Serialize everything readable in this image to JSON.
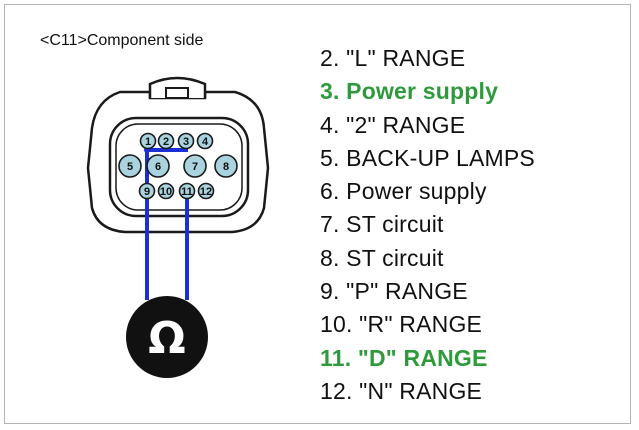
{
  "component_label": "<C11>Component side",
  "pins": [
    {
      "n": "1",
      "text": ""
    },
    {
      "n": "2",
      "text": "2. \"L\" RANGE",
      "highlight": false
    },
    {
      "n": "3",
      "text": "3. Power supply",
      "highlight": true
    },
    {
      "n": "4",
      "text": "4. \"2\" RANGE",
      "highlight": false
    },
    {
      "n": "5",
      "text": "5. BACK-UP LAMPS",
      "highlight": false
    },
    {
      "n": "6",
      "text": "6. Power supply",
      "highlight": false
    },
    {
      "n": "7",
      "text": "7. ST circuit",
      "highlight": false
    },
    {
      "n": "8",
      "text": "8. ST circuit",
      "highlight": false
    },
    {
      "n": "9",
      "text": "9. \"P\" RANGE",
      "highlight": false
    },
    {
      "n": "10",
      "text": "10. \"R\" RANGE",
      "highlight": false
    },
    {
      "n": "11",
      "text": "11. \"D\" RANGE",
      "highlight": true
    },
    {
      "n": "12",
      "text": "12. \"N\" RANGE",
      "highlight": false
    }
  ],
  "meter_symbol": "Ω",
  "colors": {
    "highlight": "#2f9a3c",
    "probe_wire": "#1a2fd6",
    "pin_fill": "#a9d3df",
    "connector_fill": "#ffffff"
  }
}
